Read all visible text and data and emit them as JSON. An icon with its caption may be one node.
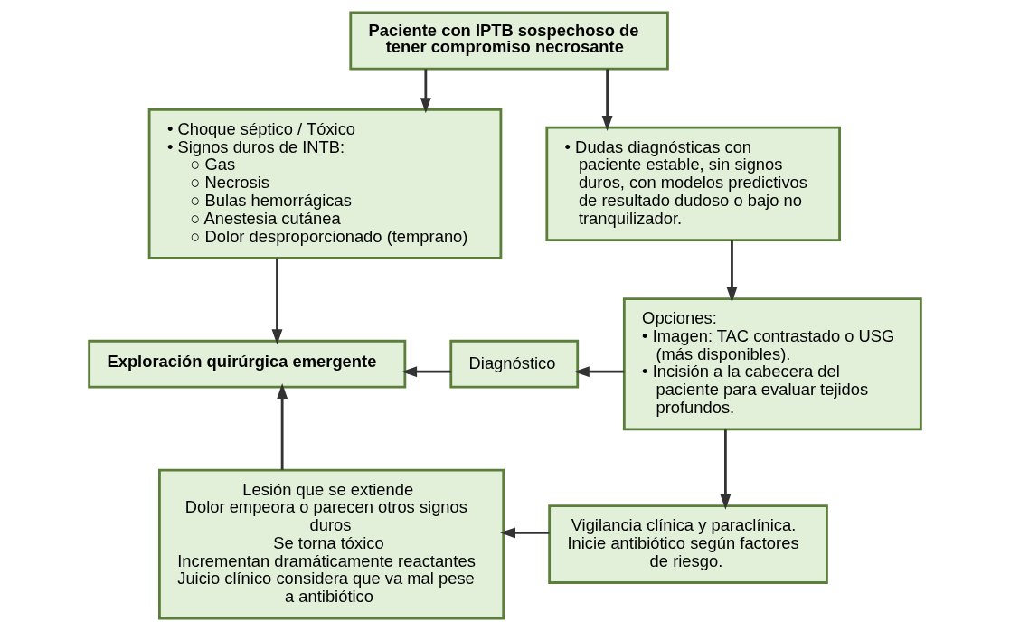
{
  "diagram": {
    "nodes": [
      {
        "text": [
          "Paciente con IPTB sospechoso de tener compromiso necrosante"
        ]
      },
      {
        "text": [
          "• Choque séptico / Tóxico",
          "• Signos duros de INTB:",
          "○ Gas",
          "○ Necrosis",
          "○ Bulas hemorrágicas",
          "○ Anestesia cutánea",
          "○ Dolor desproporcionado (temprano)"
        ]
      },
      {
        "text": [
          "• Dudas diagnósticas con paciente estable, sin signos duros, con modelos predictivos de resultado dudoso o bajo no tranquilizador."
        ]
      },
      {
        "text": [
          "Exploración quirúrgica emergente"
        ]
      },
      {
        "text": [
          "Diagnóstico"
        ]
      },
      {
        "text": [
          "Opciones:",
          "• Imagen: TAC contrastado o USG (más disponibles).",
          "• Incisión a la cabecera del paciente para evaluar tejidos profundos."
        ]
      },
      {
        "text": [
          "Vigilancia clínica y paraclínica.",
          "Inicie antibiótico según factores de riesgo."
        ]
      },
      {
        "text": [
          "Lesión que se extiende",
          "Dolor empeora o parecen otros signos duros",
          "Se torna tóxico",
          "Incrementan dramáticamente reactantes",
          "Juicio clínico considera que va mal pese a antibiótico"
        ]
      }
    ],
    "edges": [
      {
        "from": 0,
        "to": 1,
        "arrow": "to"
      },
      {
        "from": 0,
        "to": 2,
        "arrow": "to"
      },
      {
        "from": 1,
        "to": 3,
        "arrow": "to"
      },
      {
        "from": 2,
        "to": 5,
        "arrow": "to"
      },
      {
        "from": 5,
        "to": 4,
        "arrow": "to"
      },
      {
        "from": 4,
        "to": 3,
        "arrow": "to"
      },
      {
        "from": 5,
        "to": 6,
        "arrow": "to"
      },
      {
        "from": 6,
        "to": 7,
        "arrow": "to"
      },
      {
        "from": 7,
        "to": 3,
        "arrow": "to"
      }
    ]
  }
}
